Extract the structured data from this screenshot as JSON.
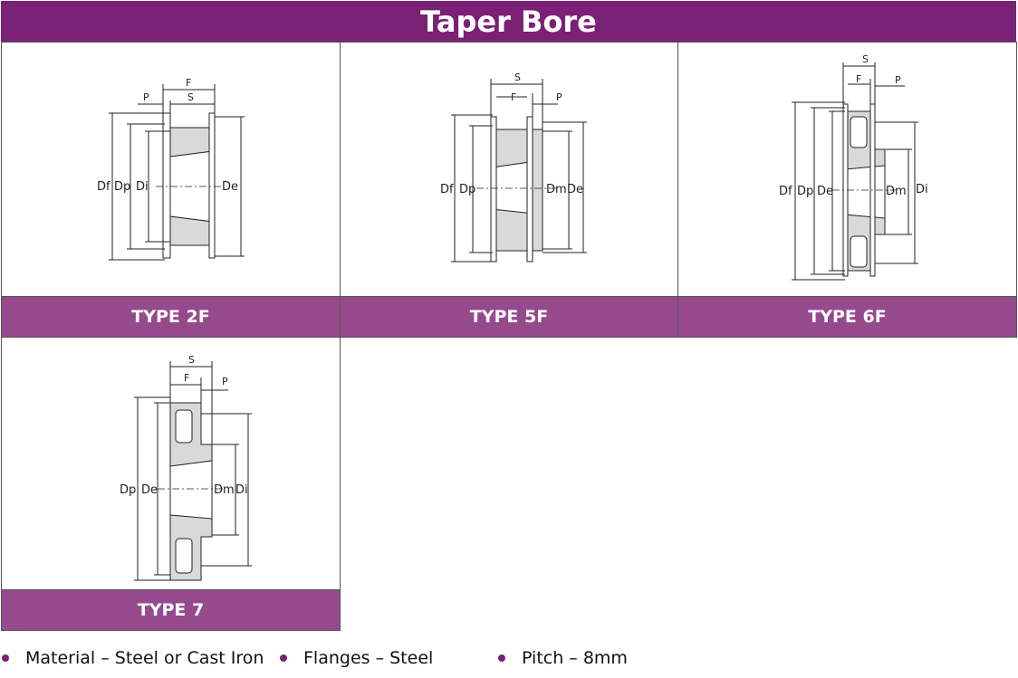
{
  "header": {
    "title": "Taper Bore"
  },
  "colors": {
    "title_bg": "#7b2175",
    "label_bg": "#964a8e",
    "bullet": "#7b2175"
  },
  "types": [
    {
      "label": "TYPE 2F",
      "dims": {
        "Df": "Df",
        "Dp": "Dp",
        "Di": "Di",
        "De": "De",
        "F": "F",
        "S": "S",
        "P": "P"
      }
    },
    {
      "label": "TYPE 5F",
      "dims": {
        "Df": "Df",
        "Dp": "Dp",
        "Dm": "Dm",
        "De": "De",
        "F": "F",
        "S": "S",
        "P": "P"
      }
    },
    {
      "label": "TYPE 6F",
      "dims": {
        "Df": "Df",
        "Dp": "Dp",
        "De": "De",
        "Dm": "Dm",
        "Di": "Di",
        "F": "F",
        "S": "S",
        "P": "P"
      }
    },
    {
      "label": "TYPE 7",
      "dims": {
        "Dp": "Dp",
        "De": "De",
        "Dm": "Dm",
        "Di": "Di",
        "F": "F",
        "S": "S",
        "P": "P"
      }
    }
  ],
  "bullets": [
    "Material – Steel or Cast Iron",
    "Flanges – Steel",
    "Pitch – 8mm"
  ]
}
